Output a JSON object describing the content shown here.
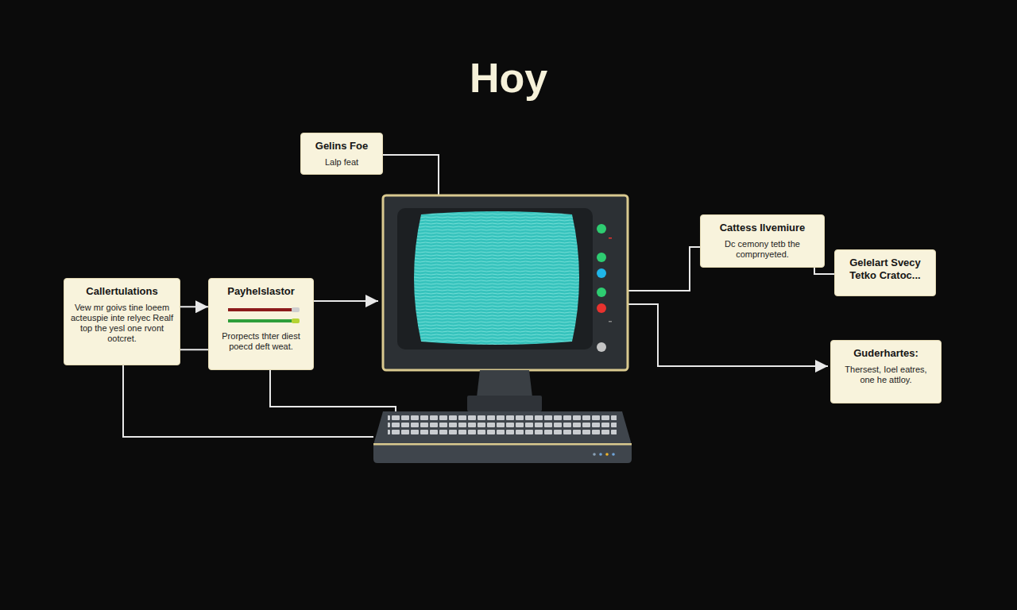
{
  "diagram": {
    "title": "Hoy",
    "nodes": [
      {
        "text": [
          "Gelins Foe",
          "Lalp feat"
        ]
      },
      {
        "text": [
          "Callertulations",
          "Vew mr goivs tine loeem acteuspie inte relyec Realf top the yesl one rvont ootcret."
        ]
      },
      {
        "text": [
          "Payhelslastor",
          "Prorpects thter diest poecd deft weat."
        ]
      },
      {
        "text": [
          "Cattess Ilvemiure",
          "Dc cemony tetb the comprnyeted."
        ]
      },
      {
        "text": [
          "Gelelart Svecy Tetko Cratoc..."
        ]
      },
      {
        "text": [
          "Guderhartes:",
          "Thersest, Ioel eatres, one he attloy."
        ]
      }
    ],
    "edges": [
      {
        "from": 1,
        "to": 2,
        "arrow": "to"
      },
      {
        "from": 1,
        "to": 2,
        "arrow": "none"
      },
      {
        "from": 3,
        "to": 4,
        "arrow": "none"
      }
    ]
  }
}
